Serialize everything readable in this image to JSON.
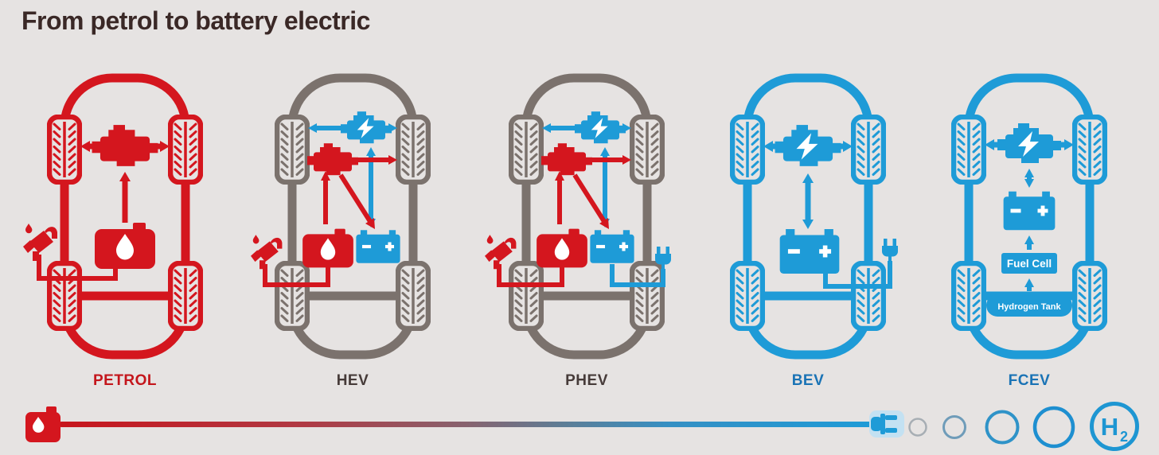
{
  "title": "From petrol to battery electric",
  "colors": {
    "background": "#e6e3e2",
    "red": "#d4161e",
    "blue": "#1e9bd7",
    "grey": "#7b726d",
    "title_text": "#3a2826",
    "label_red": "#c4161c",
    "label_dark": "#463b39",
    "label_blue": "#1a73b5"
  },
  "vehicles": [
    {
      "id": "petrol",
      "label": "PETROL",
      "theme": "red",
      "components": [
        "engine",
        "fuel-tank",
        "fuel-nozzle"
      ]
    },
    {
      "id": "hev",
      "label": "HEV",
      "theme": "grey",
      "components": [
        "electric-motor",
        "petrol-engine",
        "fuel-tank",
        "battery",
        "fuel-nozzle"
      ]
    },
    {
      "id": "phev",
      "label": "PHEV",
      "theme": "grey",
      "components": [
        "electric-motor",
        "petrol-engine",
        "fuel-tank",
        "battery",
        "fuel-nozzle",
        "charging-plug"
      ]
    },
    {
      "id": "bev",
      "label": "BEV",
      "theme": "blue",
      "components": [
        "electric-motor",
        "battery",
        "charging-plug"
      ]
    },
    {
      "id": "fcev",
      "label": "FCEV",
      "theme": "blue",
      "components": [
        "electric-motor",
        "battery",
        "fuel-cell",
        "hydrogen-tank"
      ],
      "fuel_cell_label": "Fuel Cell",
      "hydrogen_tank_label": "Hydrogen Tank"
    }
  ],
  "timeline": {
    "start_icon": "fuel-can-icon",
    "end_icon": "plug-icon",
    "circle_count": 4,
    "h2_symbol": {
      "main": "H",
      "sub": "2"
    }
  }
}
